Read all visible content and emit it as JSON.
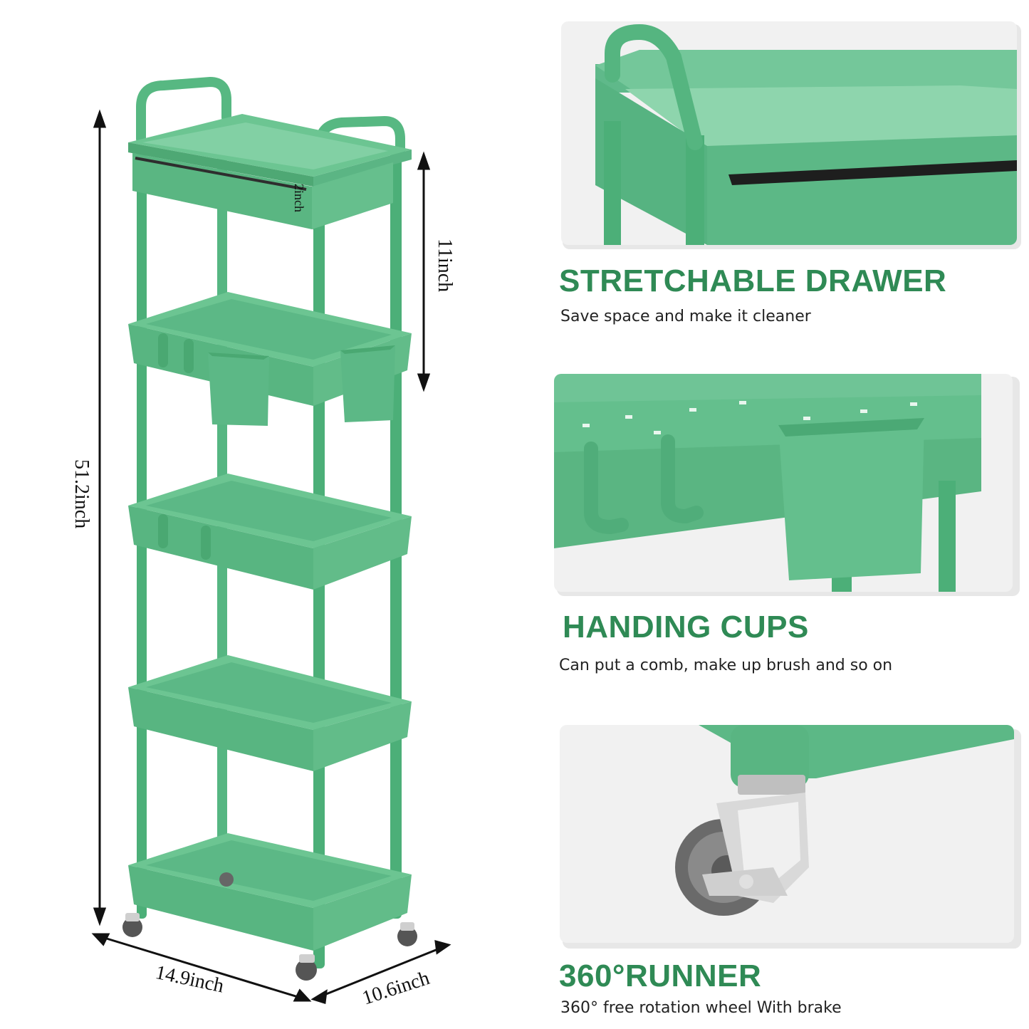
{
  "colors": {
    "accent": "#2f8a55",
    "cart_green": "#5ebc84",
    "cart_dark": "#4aa872",
    "panel_bg": "#eeeeee"
  },
  "dimensions": {
    "height_total": "51.2inch",
    "top_spacing": "11inch",
    "drawer_depth": "2inch",
    "width": "14.9inch",
    "depth": "10.6inch"
  },
  "features": [
    {
      "title": "STRETCHABLE DRAWER",
      "subtitle": "Save space and make it cleaner"
    },
    {
      "title": "HANDING CUPS",
      "subtitle": "Can put a comb, make up brush and so on"
    },
    {
      "title": "360°RUNNER",
      "subtitle": "360°  free rotation wheel With brake"
    }
  ]
}
